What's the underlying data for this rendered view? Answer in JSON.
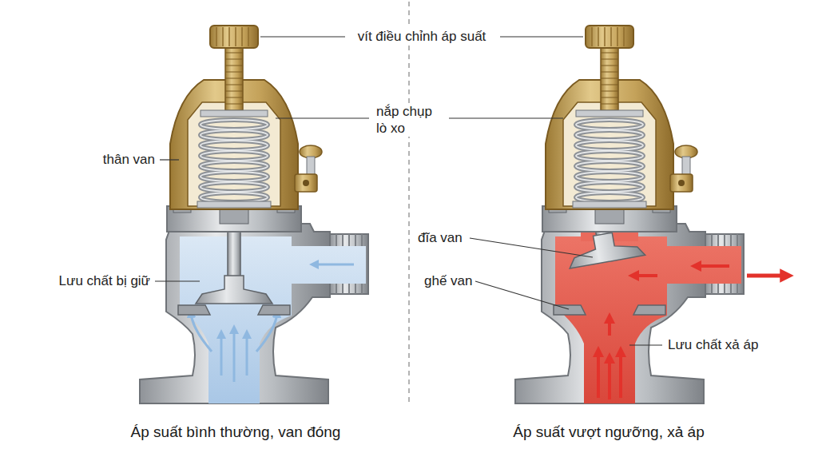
{
  "diagram": {
    "labels": [
      "vít điều chỉnh áp suất",
      "nắp chụp lò xo",
      "thân van",
      "Lưu chất bị giữ",
      "đĩa van",
      "ghế van",
      "Lưu chất xả áp",
      "Áp suất bình thường, van đóng",
      "Áp suất vượt ngưỡng, xả áp"
    ]
  }
}
